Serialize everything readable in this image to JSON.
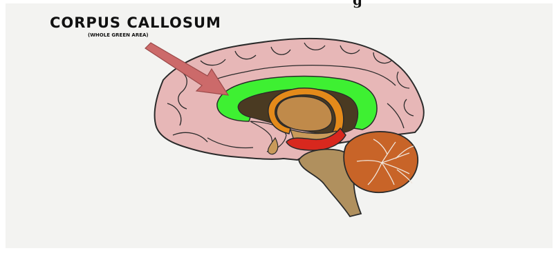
{
  "diagram": {
    "label": "CORPUS CALLOSUM",
    "sublabel": "(WHOLE GREEN AREA)",
    "cut_off_text": "g",
    "colors": {
      "background": "#f3f3f1",
      "cortex": "#e7b7b7",
      "corpus_callosum": "#3ef032",
      "ventricle": "#4a3a22",
      "thalamus": "#c08a4a",
      "fornix": "#e48a1a",
      "red_band": "#d8281e",
      "brainstem": "#b0905e",
      "cerebellum": "#c86428",
      "arrow": "#cc6a6a",
      "outline": "#2a2a2a"
    }
  }
}
